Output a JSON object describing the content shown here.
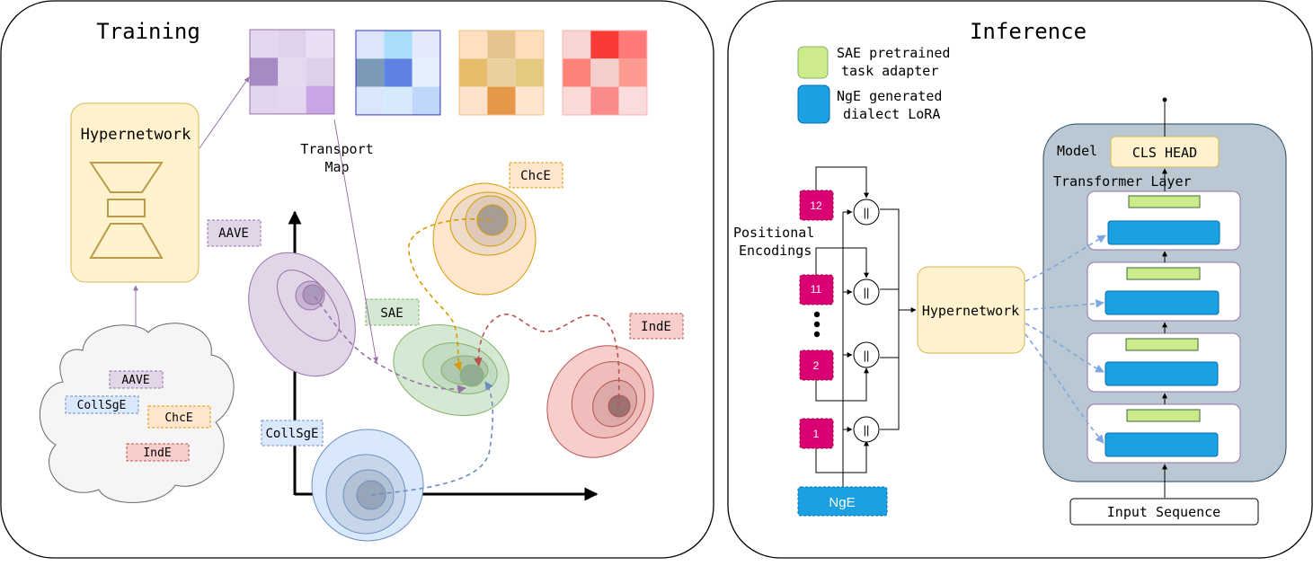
{
  "training": {
    "title": "Training",
    "hypernetwork_label": "Hypernetwork",
    "transport_map_label": [
      "Transport",
      "Map"
    ],
    "cloud_tags": [
      "AAVE",
      "CollSgE",
      "ChcE",
      "IndE"
    ],
    "dialect_labels": {
      "aave": "AAVE",
      "sae": "SAE",
      "chce": "ChcE",
      "inde": "IndE",
      "collsge": "CollSgE"
    },
    "colors": {
      "aave": "#e1d5e7",
      "collsge": "#dae8fc",
      "chce": "#ffe6cc",
      "inde": "#f8cecc",
      "sae": "#d5e8d4",
      "hyper": "#fff2cc"
    },
    "transport_maps": [
      {
        "name": "purple",
        "cells": [
          "#e4d7ef",
          "#e0d1ec",
          "#e9def3",
          "#a58ac3",
          "#e5d9f0",
          "#ded0ea",
          "#e2d5ed",
          "#e3d6ee",
          "#c8a6e6"
        ]
      },
      {
        "name": "blue",
        "cells": [
          "#dbe6fc",
          "#aadcfc",
          "#e2eafb",
          "#7b9ab7",
          "#5d82e3",
          "#e5f0fd",
          "#dae7fb",
          "#d6eafb",
          "#bfd7fa"
        ]
      },
      {
        "name": "orange",
        "cells": [
          "#ffdfc0",
          "#e7c48f",
          "#ffdcba",
          "#e6bd6b",
          "#e9d09e",
          "#e4ca7f",
          "#fee2cc",
          "#e59848",
          "#ffe4ce"
        ]
      },
      {
        "name": "red",
        "cells": [
          "#f8d4d2",
          "#fa3a34",
          "#ff7a78",
          "#fc8278",
          "#f5cfcc",
          "#fc9a90",
          "#fbdad8",
          "#fb8b88",
          "#fadcdc"
        ]
      }
    ]
  },
  "inference": {
    "title": "Inference",
    "legend": [
      {
        "lines": [
          "SAE pretrained",
          "task adapter"
        ],
        "color": "#cdeb8b"
      },
      {
        "lines": [
          "NgE generated",
          "dialect LoRA"
        ],
        "color": "#1ba1e2"
      }
    ],
    "positional_label": [
      "Positional",
      "Encodings"
    ],
    "positions": [
      "12",
      "11",
      "2",
      "1"
    ],
    "concat_symbol": "||",
    "nge_label": "NgE",
    "hypernetwork_label": "Hypernetwork",
    "model_label": "Model",
    "cls_head_label": "CLS HEAD",
    "transformer_layer_label": "Transformer Layer",
    "input_label": "Input Sequence",
    "colors": {
      "pos": "#d80073",
      "nge": "#1ba1e2",
      "adapter": "#cdeb8b",
      "lora": "#1ba1e2",
      "model_bg": "#bac8d3",
      "hyper": "#fff2cc"
    }
  }
}
